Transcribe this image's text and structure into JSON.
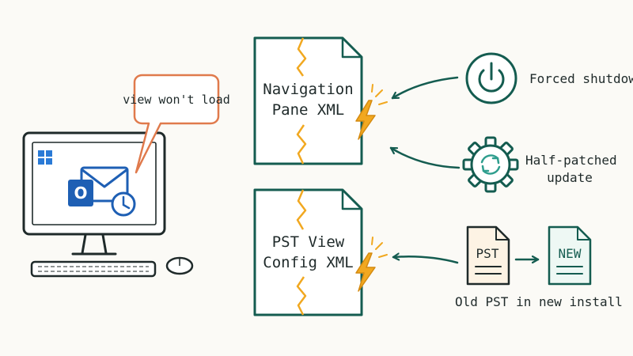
{
  "computer": {
    "speech_bubble": "view won't load",
    "app_icon_letter": "O"
  },
  "files": {
    "nav_pane": {
      "line1": "Navigation",
      "line2": "Pane XML"
    },
    "pst_view": {
      "line1": "PST View",
      "line2": "Config XML"
    }
  },
  "causes": {
    "forced_shutdown": "Forced shutdown",
    "half_patched": {
      "line1": "Half-patched",
      "line2": "update"
    },
    "old_pst": {
      "pst_file": "PST",
      "new_file": "NEW",
      "caption": "Old PST in new install"
    }
  },
  "colors": {
    "teal": "#145c50",
    "orange": "#e07a4c",
    "bolt": "#f1a820",
    "outlook_blue": "#1e5fb4",
    "ink": "#1f2a2a"
  }
}
